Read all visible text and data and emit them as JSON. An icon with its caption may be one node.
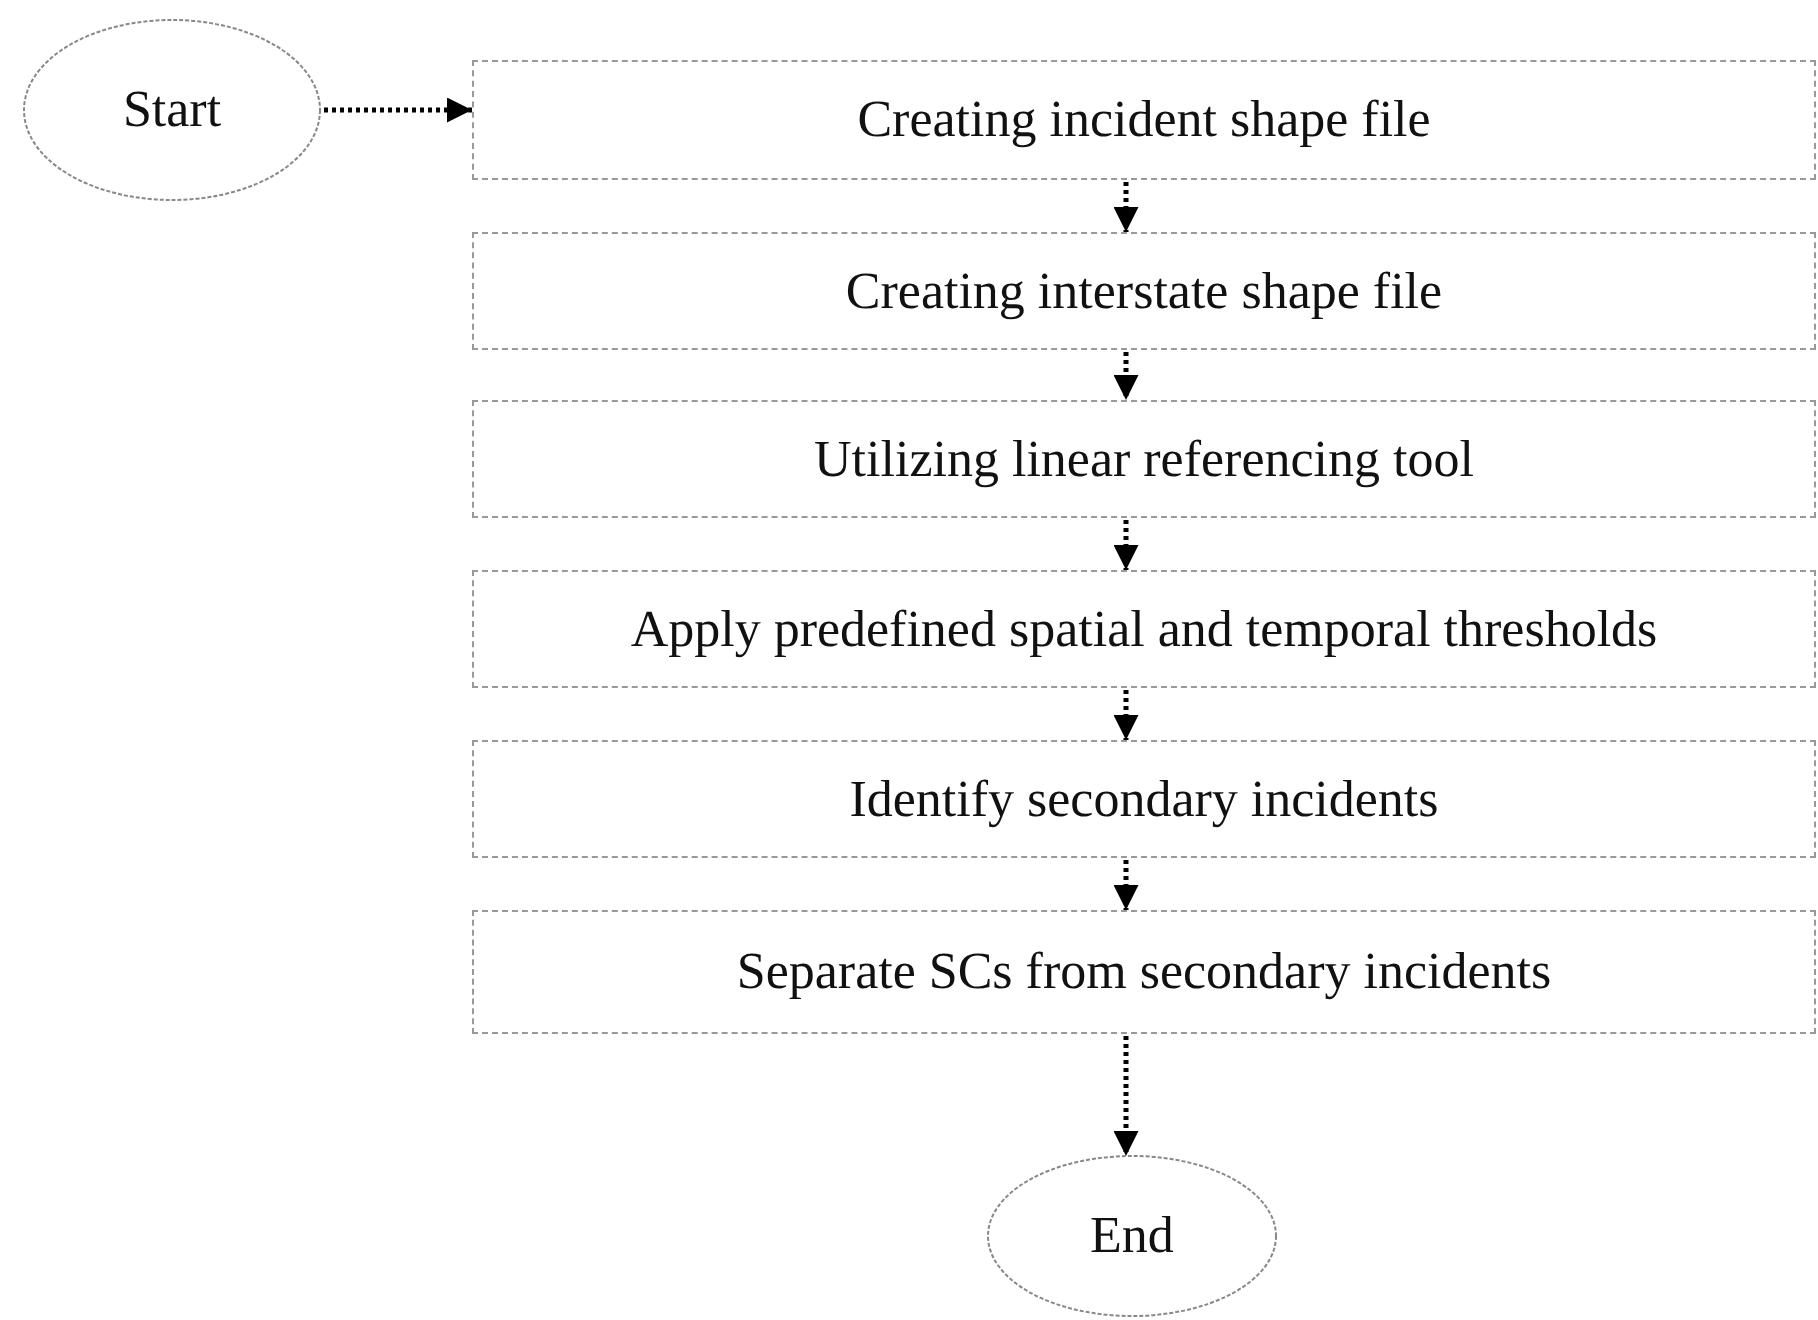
{
  "diagram": {
    "nodes": [
      {
        "text": [
          "Start"
        ]
      },
      {
        "text": [
          "Creating incident shape file"
        ]
      },
      {
        "text": [
          "Creating interstate shape file"
        ]
      },
      {
        "text": [
          "Utilizing linear referencing tool"
        ]
      },
      {
        "text": [
          "Apply predefined spatial and temporal thresholds"
        ]
      },
      {
        "text": [
          "Identify secondary incidents"
        ]
      },
      {
        "text": [
          "Separate SCs from secondary incidents"
        ]
      },
      {
        "text": [
          "End"
        ]
      }
    ],
    "edges": [
      {
        "from": 0,
        "to": 1,
        "arrow": "to"
      },
      {
        "from": 1,
        "to": 2,
        "arrow": "to"
      },
      {
        "from": 2,
        "to": 3,
        "arrow": "to"
      },
      {
        "from": 3,
        "to": 4,
        "arrow": "to"
      },
      {
        "from": 4,
        "to": 5,
        "arrow": "to"
      },
      {
        "from": 5,
        "to": 6,
        "arrow": "to"
      },
      {
        "from": 6,
        "to": 7,
        "arrow": "to"
      }
    ]
  }
}
